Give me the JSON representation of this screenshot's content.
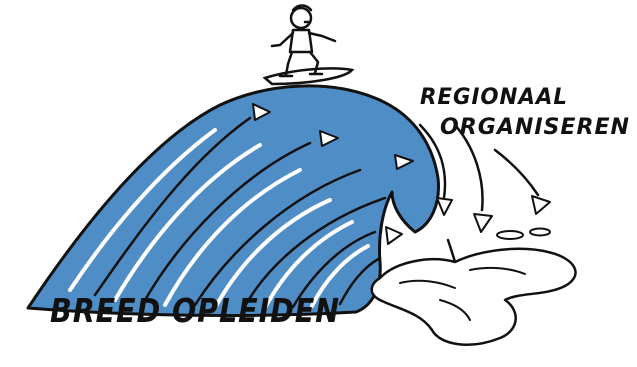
{
  "labels": {
    "bottom": "BREED OPLEIDEN",
    "top_line_1": "REGIONAAL",
    "top_line_2": "ORGANISEREN"
  },
  "colors": {
    "wave": "#4f8dc6",
    "ink": "#111111",
    "paper": "#ffffff"
  },
  "icons": {
    "figure": "surfer-figure",
    "board": "surfboard",
    "arrows": "arrow-heads",
    "splash": "splash-puddle"
  }
}
